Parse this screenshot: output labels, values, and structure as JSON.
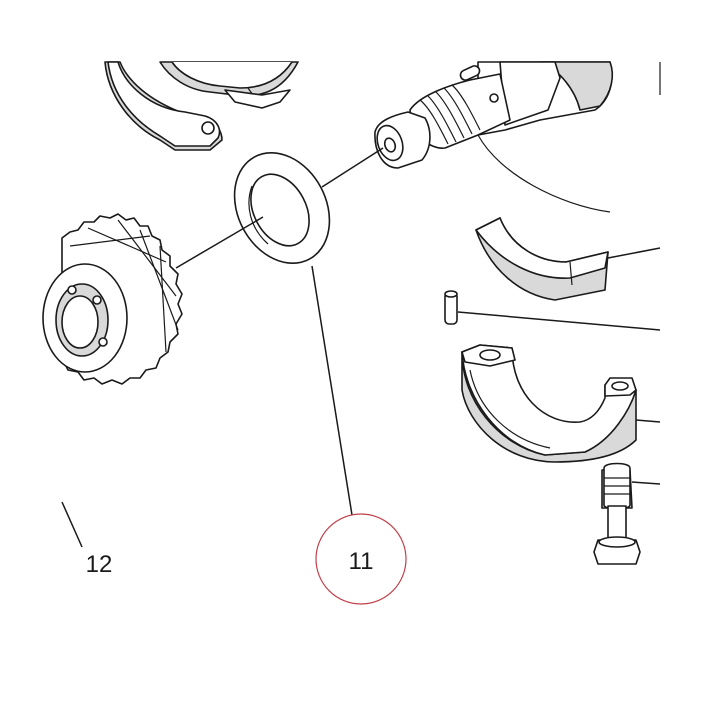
{
  "diagram": {
    "callouts": [
      {
        "id": "11",
        "label": "11",
        "highlighted": true
      },
      {
        "id": "12",
        "label": "12",
        "highlighted": false
      }
    ],
    "colors": {
      "line": "#1a1a1a",
      "shading": "#d9d9d9",
      "highlight_circle": "#c0404a",
      "background": "#ffffff"
    }
  }
}
